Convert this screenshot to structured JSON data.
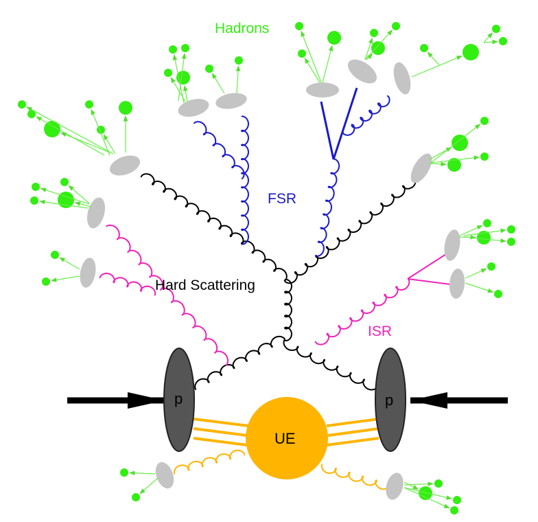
{
  "labels": {
    "hadrons": "Hadrons",
    "fsr": "FSR",
    "hard_scattering": "Hard Scattering",
    "isr": "ISR",
    "ue": "UE",
    "proton_left": "p",
    "proton_right": "p"
  },
  "colors": {
    "hadrons": "#33ee11",
    "fsr": "#1a1ac8",
    "isr": "#ee22bb",
    "ue": "#ffb400",
    "gluon": "#000000",
    "cluster": "#c4c4c4",
    "proton": "#555555",
    "arrow": "#66ee44",
    "label_text": "#000000"
  }
}
